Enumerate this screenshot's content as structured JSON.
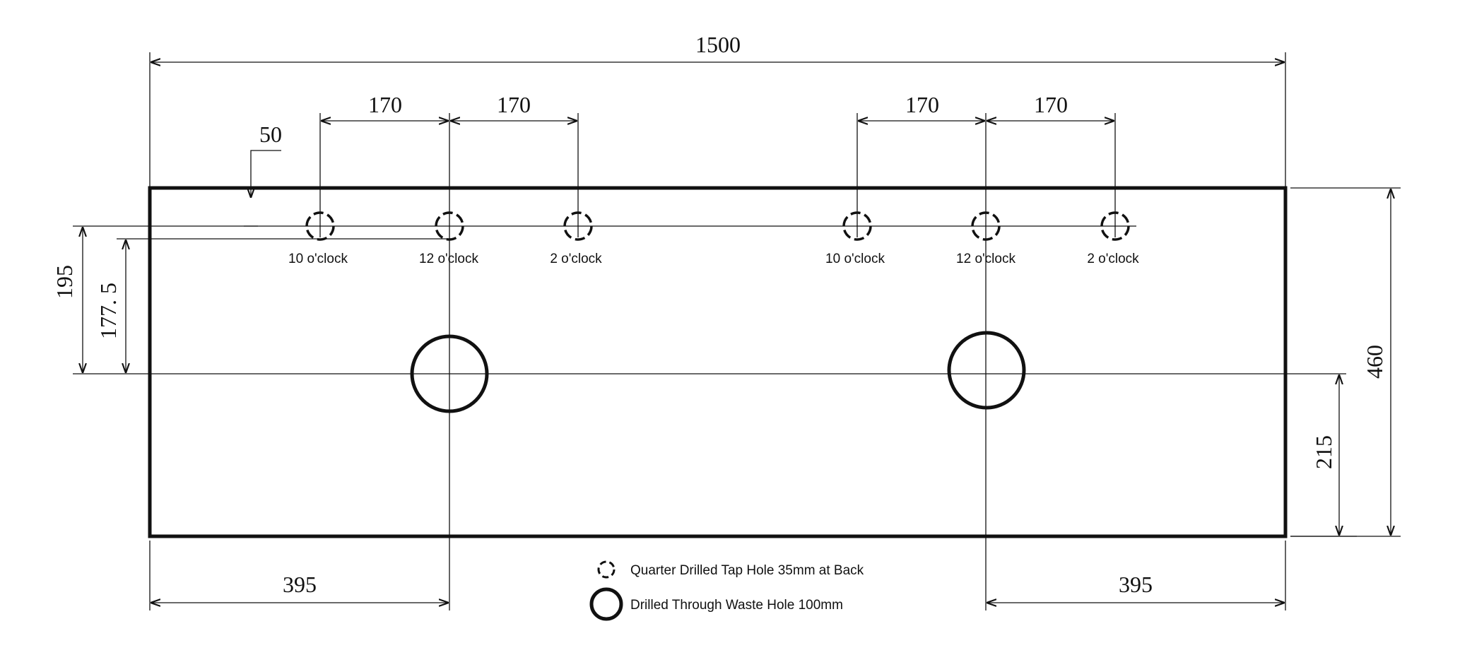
{
  "colors": {
    "line": "#111111",
    "background": "#ffffff"
  },
  "dimensions": {
    "overall_width": "1500",
    "overall_height": "460",
    "tap_spacing_left_1": "170",
    "tap_spacing_left_2": "170",
    "tap_spacing_right_1": "170",
    "tap_spacing_right_2": "170",
    "tap_offset_from_back": "50",
    "tap_row_to_waste": "195",
    "back_row_to_waste": "177. 5",
    "waste_to_front": "215",
    "left_waste_from_edge": "395",
    "right_waste_from_edge": "395"
  },
  "tap_labels": {
    "left_10": "10 o'clock",
    "left_12": "12 o'clock",
    "left_2": "2 o'clock",
    "right_10": "10 o'clock",
    "right_12": "12 o'clock",
    "right_2": "2 o'clock"
  },
  "legend": {
    "tap_hole": "Quarter Drilled Tap Hole 35mm at Back",
    "waste_hole": "Drilled Through Waste Hole 100mm"
  },
  "icons": {
    "tap_hole": "dashed-circle-icon",
    "waste_hole": "solid-circle-icon"
  }
}
